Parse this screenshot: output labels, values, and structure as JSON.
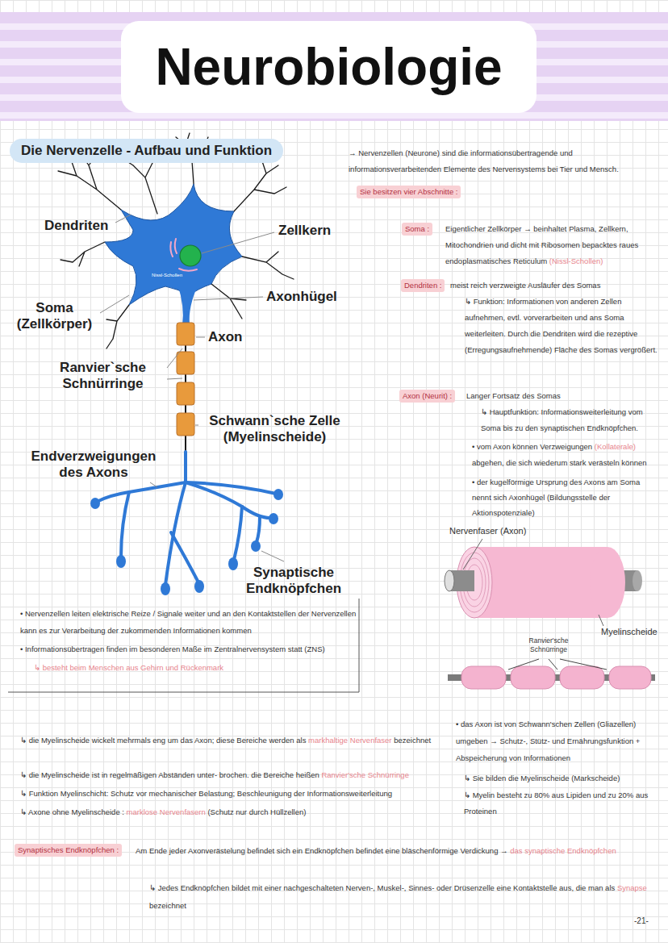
{
  "diagram": {
    "title": "Neurobiologie",
    "nodes": [
      {
        "text": [
          "Die Nervenzelle - Aufbau und Funktion"
        ]
      },
      {
        "text": [
          "Sie besitzen vier Abschnitte :"
        ]
      },
      {
        "text": [
          "Soma :"
        ]
      },
      {
        "text": [
          "Dendriten :"
        ]
      },
      {
        "text": [
          "Axon (Neurit) :"
        ]
      },
      {
        "text": [
          "Synaptisches Endknöpfchen :"
        ]
      }
    ],
    "labels": [
      "Dendriten",
      "Zellkern",
      "Nissl-Schollen",
      "Axonhügel",
      "Soma (Zellkörper)",
      "Axon",
      "Ranvier`sche Schnürringe",
      "Schwann`sche Zelle (Myelinscheide)",
      "Endverzweigungen des Axons",
      "Synaptische Endknöpfchen",
      "→ Nervenzellen (Neurone) sind die informationsübertragende und informationsverarbeitenden Elemente des Nervensystems bei Tier und Mensch.",
      "Eigentlicher Zellkörper → beinhaltet Plasma, Zellkern, Mitochondrien und dicht mit Ribosomen bepacktes raues endoplasmatisches Reticulum",
      "(Nissl-Schollen)",
      "meist reich verzweigte Ausläufer des Somas",
      "↳ Funktion: Informationen von anderen Zellen aufnehmen, evtl. vorverarbeiten und ans Soma weiterleiten. Durch die Dendriten wird die rezeptive (Erregungsaufnehmende) Fläche des Somas vergrößert.",
      "Langer Fortsatz des Somas",
      "↳ Hauptfunktion: Informationsweiterleitung vom Soma bis zu den synaptischen Endknöpfchen.",
      "• vom Axon können Verzweigungen",
      "(Kollaterale)",
      "abgehen, die sich wiederum stark verästeln können",
      "• der kugelförmige Ursprung des Axons am Soma nennt sich Axonhügel (Bildungsstelle der Aktionspotenziale)",
      "Nervenfaser (Axon)",
      "Myelinscheide",
      "Ranvier'sche Schnürringe",
      "• Nervenzellen leiten elektrische Reize / Signale weiter und an den Kontaktstellen der Nervenzellen kann es zur Verarbeitung der zukommenden Informationen kommen",
      "• Informationsübertragen finden im besonderen Maße im Zentralnervensystem statt (ZNS)",
      "↳ besteht beim Menschen aus Gehirn und Rückenmark",
      "• das Axon ist von Schwann'schen Zellen (Gliazellen) umgeben → Schutz-, Stütz- und Ernährungsfunktion + Abspeicherung von Informationen",
      "↳ Sie bilden die Myelinscheide (Markscheide)",
      "↳ Myelin besteht zu 80% aus Lipiden und zu 20% aus Proteinen",
      "↳ die Myelinscheide wickelt mehrmals eng um das Axon; diese Bereiche werden als",
      "markhaltige Nervenfaser",
      "bezeichnet",
      "↳ die Myelinscheide ist in regelmäßigen Abständen unter- brochen. die Bereiche heißen",
      "Ranvier'sche Schnürringe",
      "↳ Funktion Myelinschicht: Schutz vor mechanischer Belastung; Beschleunigung der Informationsweiterleitung",
      "↳ Axone ohne Myelinscheide :",
      "marklose Nervenfasern",
      "(Schutz nur durch Hüllzellen)",
      "Am Ende jeder Axonverästelung befindet sich ein Endknöpfchen befindet eine bläschenförmige Verdickung →",
      "das synaptische Endknöpfchen",
      "↳ Jedes Endknöpfchen bildet mit einer nachgeschalteten Nerven-, Muskel-, Sinnes- oder Drüsenzelle eine Kontaktstelle aus, die man als",
      "Synapse",
      "bezeichnet",
      "-21-"
    ]
  }
}
